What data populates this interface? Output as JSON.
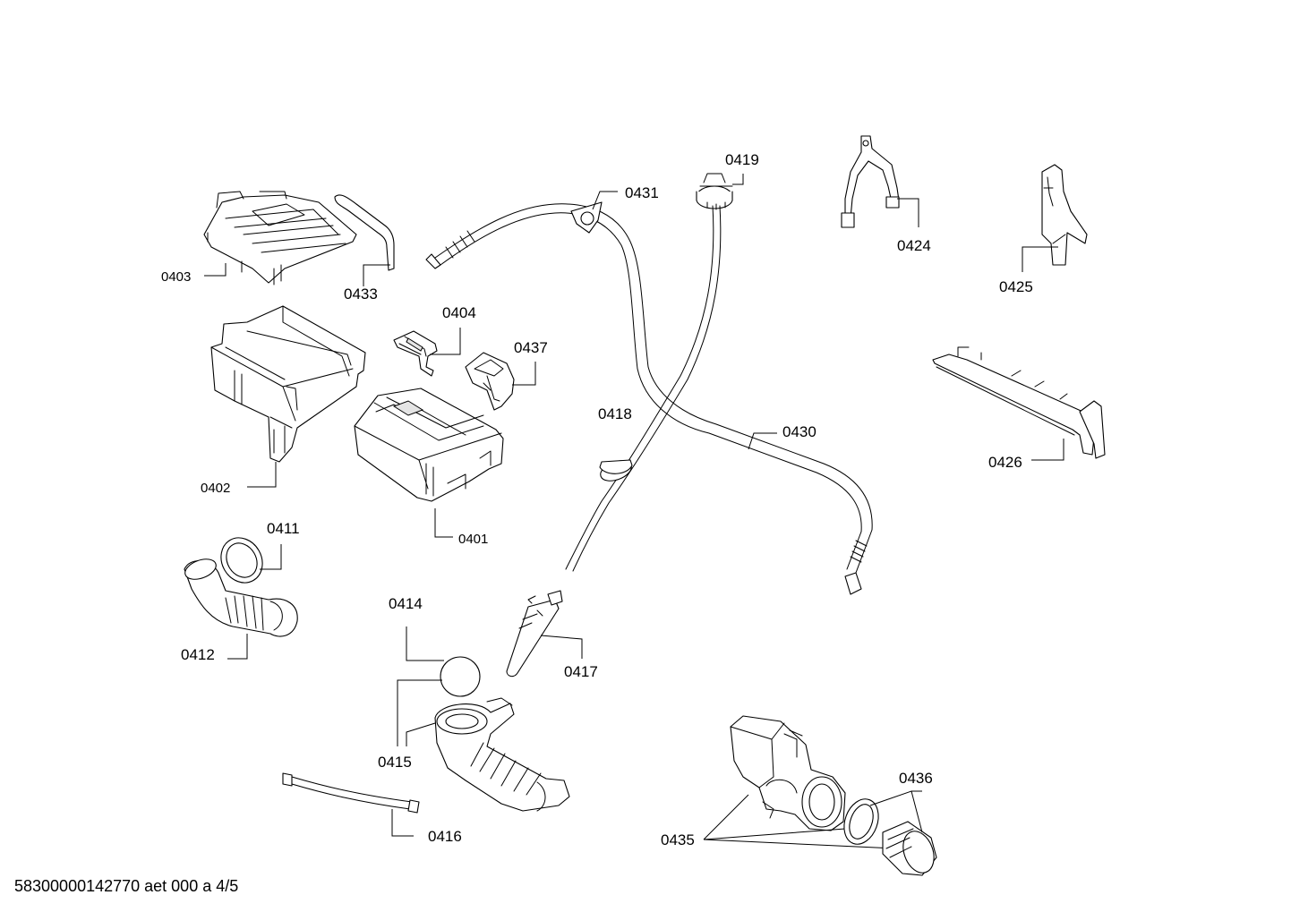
{
  "parts": [
    {
      "id": "0403",
      "label": "0403"
    },
    {
      "id": "0433",
      "label": "0433"
    },
    {
      "id": "0431",
      "label": "0431"
    },
    {
      "id": "0419",
      "label": "0419"
    },
    {
      "id": "0424",
      "label": "0424"
    },
    {
      "id": "0425",
      "label": "0425"
    },
    {
      "id": "0404",
      "label": "0404"
    },
    {
      "id": "0437",
      "label": "0437"
    },
    {
      "id": "0418",
      "label": "0418"
    },
    {
      "id": "0430",
      "label": "0430"
    },
    {
      "id": "0426",
      "label": "0426"
    },
    {
      "id": "0402",
      "label": "0402"
    },
    {
      "id": "0401",
      "label": "0401"
    },
    {
      "id": "0411",
      "label": "0411"
    },
    {
      "id": "0412",
      "label": "0412"
    },
    {
      "id": "0414",
      "label": "0414"
    },
    {
      "id": "0417",
      "label": "0417"
    },
    {
      "id": "0415",
      "label": "0415"
    },
    {
      "id": "0416",
      "label": "0416"
    },
    {
      "id": "0436",
      "label": "0436"
    },
    {
      "id": "0435",
      "label": "0435"
    }
  ],
  "footer": "58300000142770 aet 000 a 4/5"
}
